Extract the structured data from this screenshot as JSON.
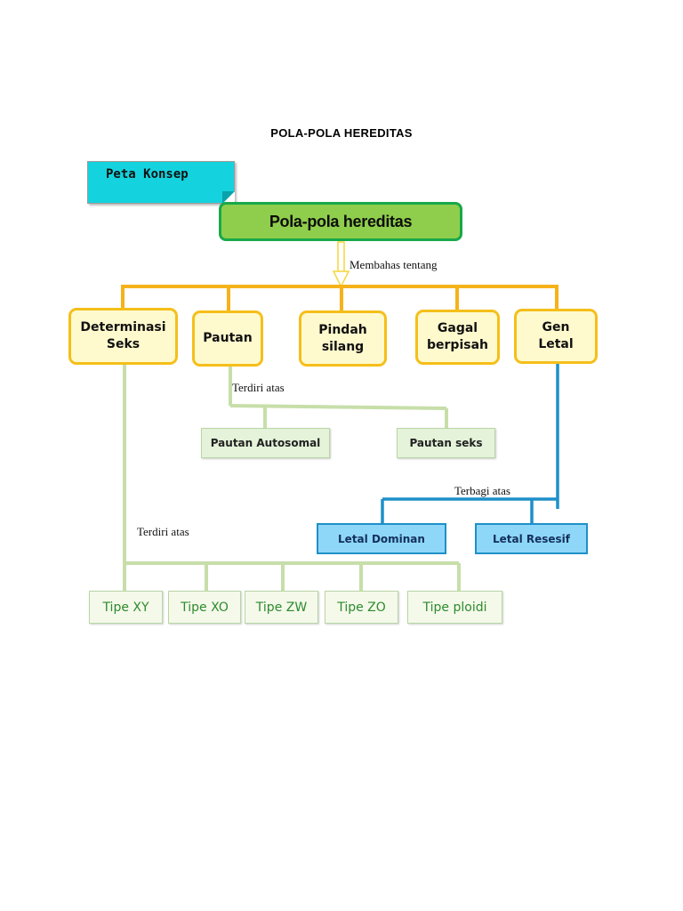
{
  "title": "POLA-POLA HEREDITAS",
  "tag": "Peta Konsep",
  "main_node": "Pola-pola hereditas",
  "connector_main": "Membahas  tentang",
  "categories": [
    {
      "line1": "Determinasi",
      "line2": "Seks"
    },
    {
      "line1": "Pautan",
      "line2": ""
    },
    {
      "line1": "Pindah",
      "line2": "silang"
    },
    {
      "line1": "Gagal",
      "line2": "berpisah"
    },
    {
      "line1": "Gen",
      "line2": "Letal"
    }
  ],
  "pautan": {
    "connector": "Terdiri atas",
    "children": [
      "Pautan Autosomal",
      "Pautan seks"
    ]
  },
  "letal": {
    "connector": "Terbagi atas",
    "children": [
      "Letal Dominan",
      "Letal Resesif"
    ]
  },
  "determinasi": {
    "connector": "Terdiri atas",
    "children": [
      "Tipe XY",
      "Tipe XO",
      "Tipe ZW",
      "Tipe ZO",
      "Tipe ploidi"
    ]
  },
  "colors": {
    "main_fill": "#8fce4c",
    "main_border": "#18a84a",
    "category_fill": "#fffacd",
    "category_border": "#f5bf1a",
    "green_box": "#e4f3d9",
    "blue_box": "#8fd7f8",
    "blue_line": "#1e90c8",
    "tag_fill": "#14d3de",
    "tipe_text": "#2e8b2e"
  }
}
